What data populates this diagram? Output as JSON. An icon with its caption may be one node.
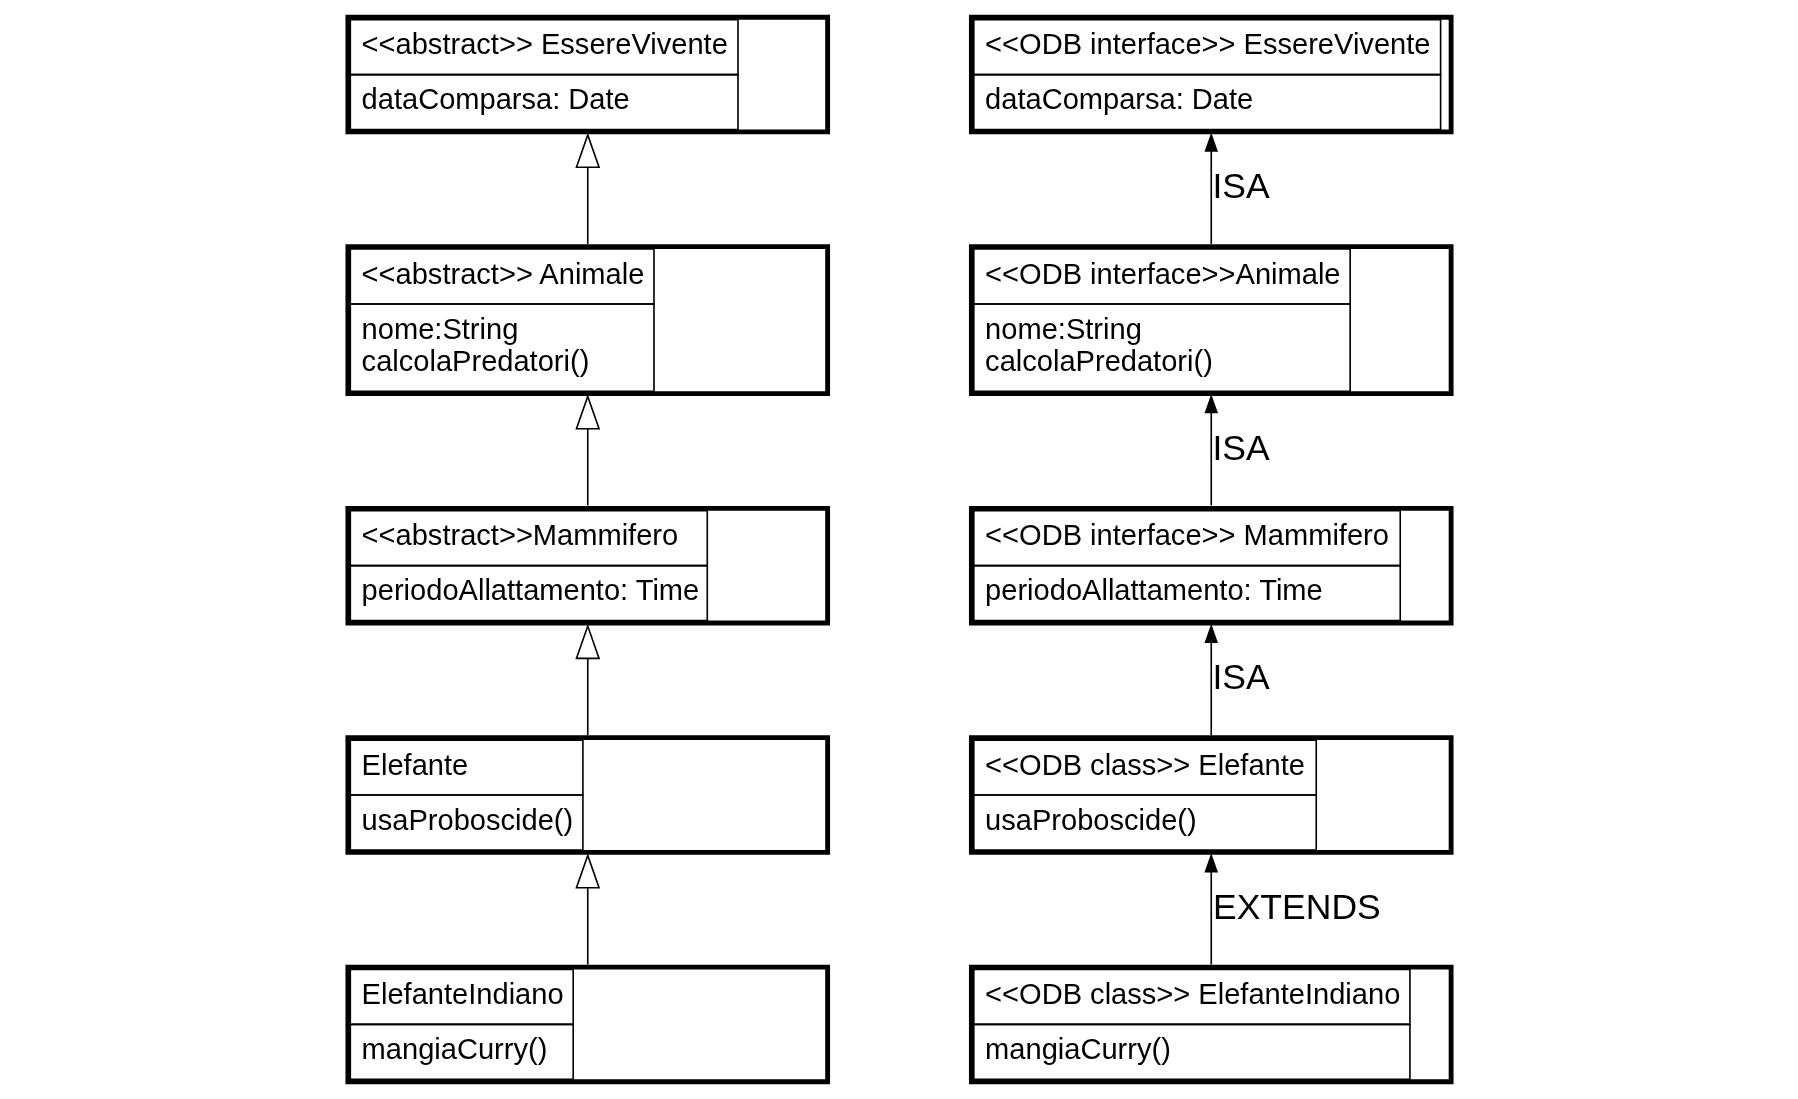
{
  "diagram": {
    "nodes": [
      {
        "text": [
          "<<abstract>> EssereVivente",
          "dataComparsa: Date"
        ]
      },
      {
        "text": [
          "<<abstract>> Animale",
          "nome:String",
          "calcolaPredatori()"
        ]
      },
      {
        "text": [
          "<<abstract>>Mammifero",
          "periodoAllattamento: Time"
        ]
      },
      {
        "text": [
          "Elefante",
          "usaProboscide()"
        ]
      },
      {
        "text": [
          "ElefanteIndiano",
          "mangiaCurry()"
        ]
      },
      {
        "text": [
          "<<ODB interface>> EssereVivente",
          "dataComparsa: Date"
        ]
      },
      {
        "text": [
          "<<ODB interface>>Animale",
          "nome:String",
          "calcolaPredatori()"
        ]
      },
      {
        "text": [
          "<<ODB interface>> Mammifero",
          "periodoAllattamento: Time"
        ]
      },
      {
        "text": [
          "<<ODB class>> Elefante",
          "usaProboscide()"
        ]
      },
      {
        "text": [
          "<<ODB class>> ElefanteIndiano",
          "mangiaCurry()"
        ]
      }
    ],
    "edges": [
      {
        "from": 1,
        "to": 0,
        "arrow": "to"
      },
      {
        "from": 2,
        "to": 1,
        "arrow": "to"
      },
      {
        "from": 3,
        "to": 2,
        "arrow": "to"
      },
      {
        "from": 4,
        "to": 3,
        "arrow": "to"
      },
      {
        "from": 6,
        "to": 5,
        "arrow": "to",
        "label": "ISA"
      },
      {
        "from": 7,
        "to": 6,
        "arrow": "to",
        "label": "ISA"
      },
      {
        "from": 8,
        "to": 7,
        "arrow": "to",
        "label": "ISA"
      },
      {
        "from": 9,
        "to": 8,
        "arrow": "to",
        "label": "EXTENDS"
      }
    ]
  }
}
